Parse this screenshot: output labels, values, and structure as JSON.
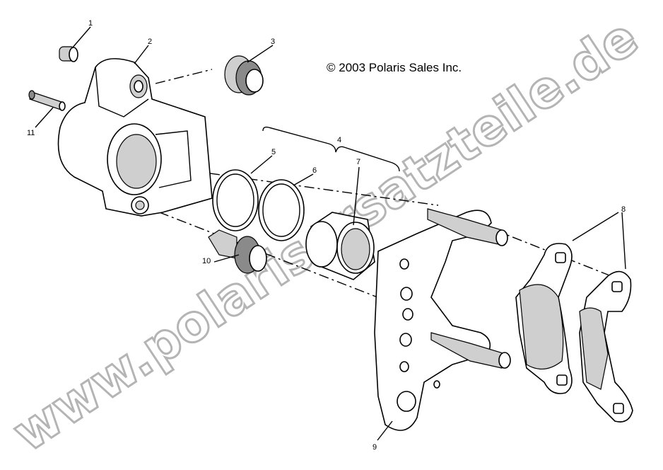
{
  "copyright": "© 2003 Polaris Sales Inc.",
  "watermark": "www.polarisersatzteile.de",
  "callouts": [
    "1",
    "2",
    "3",
    "4",
    "5",
    "6",
    "7",
    "8",
    "9",
    "10",
    "11"
  ]
}
